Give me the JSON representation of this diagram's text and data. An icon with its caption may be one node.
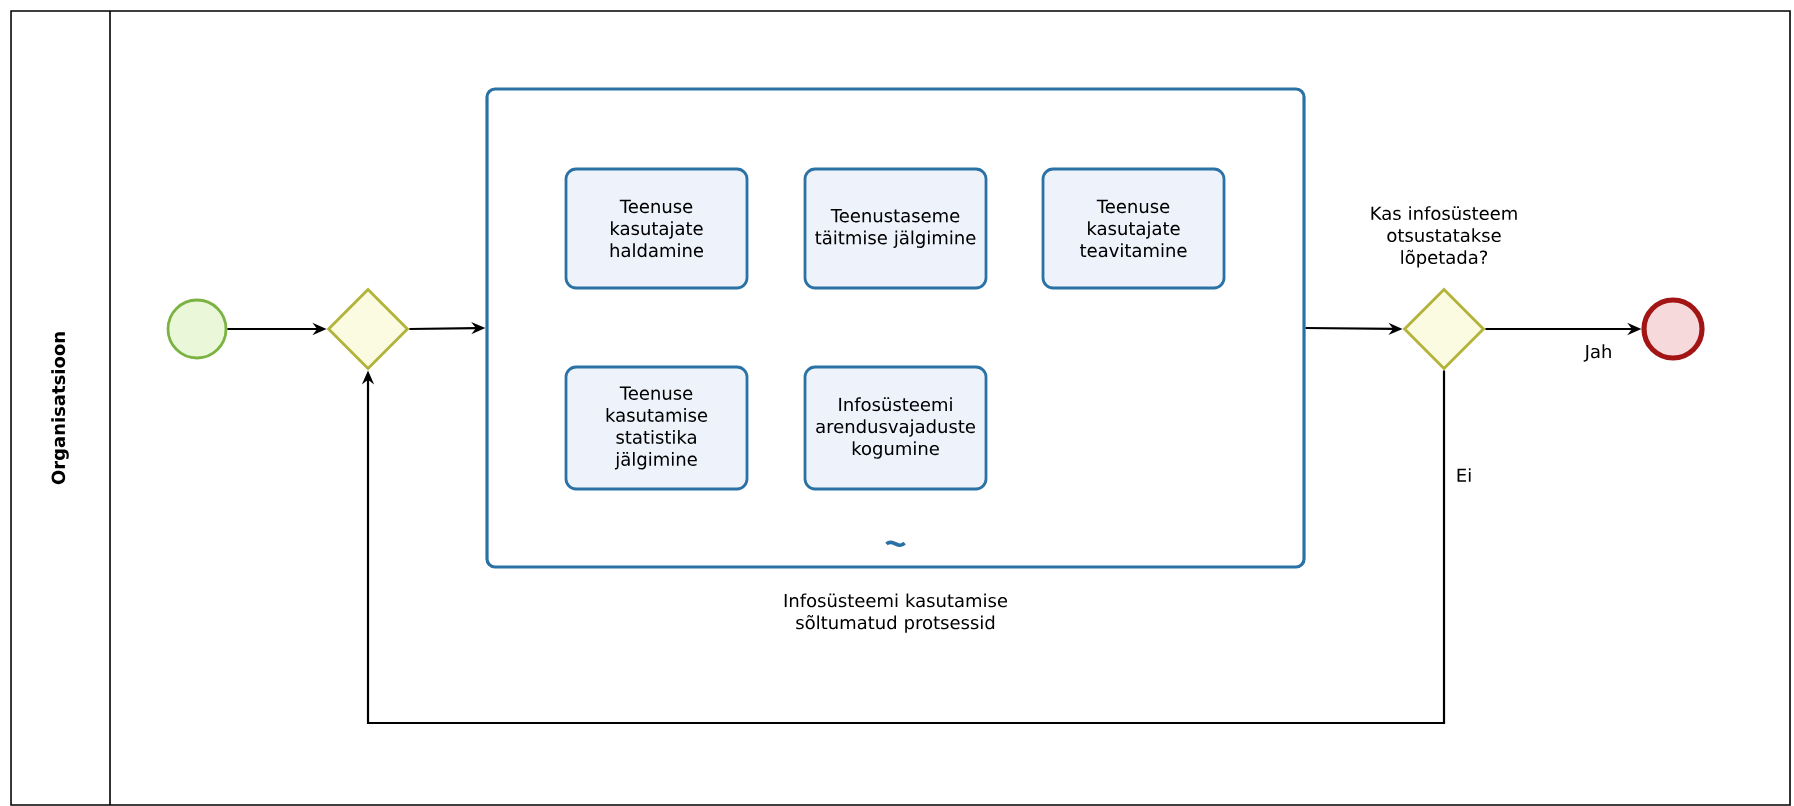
{
  "diagram": {
    "nodes": [
      {
        "text": [
          "Organisatsioon"
        ]
      },
      {
        "text": [],
        "shape": "circle",
        "in": 0
      },
      {
        "text": [],
        "shape": "diamond",
        "in": 0
      },
      {
        "text": [
          "Infosüsteemi kasutamise sõltumatud protsessid"
        ],
        "in": 0
      },
      {
        "text": [
          "Teenuse kasutajate haldamine"
        ],
        "in": 3
      },
      {
        "text": [
          "Teenustaseme täitmise jälgimine"
        ],
        "in": 3
      },
      {
        "text": [
          "Teenuse kasutajate teavitamine"
        ],
        "in": 3
      },
      {
        "text": [
          "Teenuse kasutamise statistika jälgimine"
        ],
        "in": 3
      },
      {
        "text": [
          "Infosüsteemi arendusvajaduste kogumine"
        ],
        "in": 3
      },
      {
        "text": [
          "Kas infosüsteem otsustatakse lõpetada?"
        ],
        "in": 0
      },
      {
        "text": [],
        "shape": "circle",
        "in": 0
      }
    ],
    "edges": [
      {
        "from": 1,
        "to": 2,
        "arrow": "to"
      },
      {
        "from": 2,
        "to": 3,
        "arrow": "to"
      },
      {
        "from": 3,
        "to": 9,
        "arrow": "to"
      },
      {
        "from": 9,
        "to": 10,
        "label": "Jah",
        "arrow": "to"
      },
      {
        "from": 9,
        "to": 2,
        "label": "Ei",
        "arrow": "to"
      }
    ]
  }
}
